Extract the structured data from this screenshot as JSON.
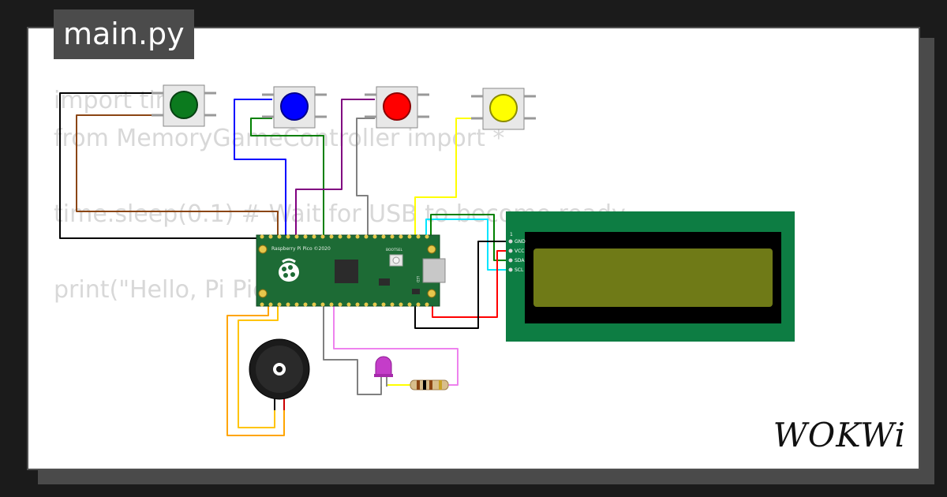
{
  "tab": {
    "title": "main.py"
  },
  "code": {
    "lines": [
      "import time",
      "from MemoryGameController import *",
      "",
      "time.sleep(0.1) # Wait for USB to become ready",
      "",
      "print(\"Hello, Pi Pico!\")"
    ]
  },
  "board": {
    "label": "Raspberry Pi Pico ©2020",
    "bootsel": "BOOTSEL",
    "led": "LED"
  },
  "lcd": {
    "pins": [
      "GND",
      "VCC",
      "SDA",
      "SCL"
    ],
    "pin1": "1"
  },
  "buttons": [
    {
      "name": "green-button",
      "color": "#0b7a1e"
    },
    {
      "name": "blue-button",
      "color": "#0000ff"
    },
    {
      "name": "red-button",
      "color": "#ff0000"
    },
    {
      "name": "yellow-button",
      "color": "#ffff00"
    }
  ],
  "brand": {
    "logo": "WOKWi"
  },
  "colors": {
    "background": "#1b1b1b",
    "tab_bg": "#4b4b4b",
    "pcb_green": "#1d6b35",
    "lcd_green": "#0d7d43",
    "lcd_screen": "#6f7a17"
  }
}
